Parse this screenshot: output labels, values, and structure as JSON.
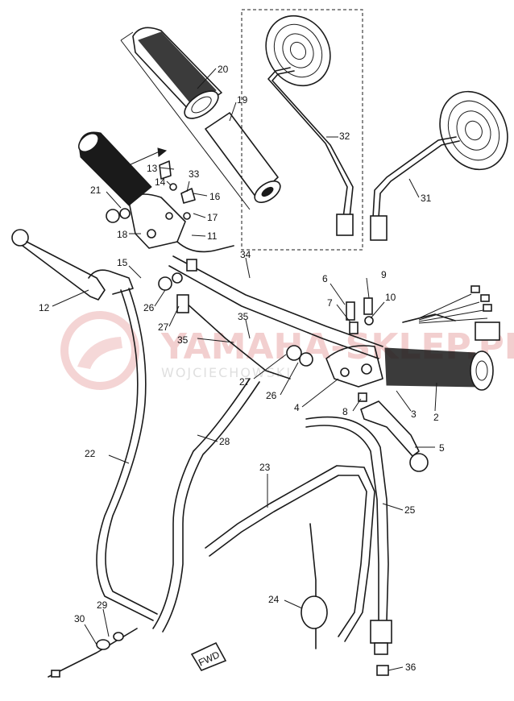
{
  "diagram": {
    "callouts": [
      {
        "id": "c1",
        "label": "20"
      },
      {
        "id": "c2",
        "label": "19"
      },
      {
        "id": "c3",
        "label": "32"
      },
      {
        "id": "c4",
        "label": "31"
      },
      {
        "id": "c5",
        "label": "13"
      },
      {
        "id": "c6",
        "label": "33"
      },
      {
        "id": "c7",
        "label": "14"
      },
      {
        "id": "c8",
        "label": "16"
      },
      {
        "id": "c9",
        "label": "21"
      },
      {
        "id": "c10",
        "label": "17"
      },
      {
        "id": "c11",
        "label": "18"
      },
      {
        "id": "c12",
        "label": "11"
      },
      {
        "id": "c13",
        "label": "15"
      },
      {
        "id": "c14",
        "label": "34"
      },
      {
        "id": "c15",
        "label": "12"
      },
      {
        "id": "c16",
        "label": "26"
      },
      {
        "id": "c17",
        "label": "27"
      },
      {
        "id": "c18",
        "label": "6"
      },
      {
        "id": "c19",
        "label": "9"
      },
      {
        "id": "c20",
        "label": "7"
      },
      {
        "id": "c21",
        "label": "10"
      },
      {
        "id": "c22",
        "label": "35"
      },
      {
        "id": "c23",
        "label": "35"
      },
      {
        "id": "c24",
        "label": "27"
      },
      {
        "id": "c25",
        "label": "26"
      },
      {
        "id": "c26",
        "label": "4"
      },
      {
        "id": "c27",
        "label": "8"
      },
      {
        "id": "c28",
        "label": "3"
      },
      {
        "id": "c29",
        "label": "2"
      },
      {
        "id": "c30",
        "label": "5"
      },
      {
        "id": "c31",
        "label": "22"
      },
      {
        "id": "c32",
        "label": "28"
      },
      {
        "id": "c33",
        "label": "23"
      },
      {
        "id": "c34",
        "label": "25"
      },
      {
        "id": "c35",
        "label": "24"
      },
      {
        "id": "c36",
        "label": "29"
      },
      {
        "id": "c37",
        "label": "30"
      },
      {
        "id": "c38",
        "label": "36"
      }
    ],
    "fwd_label": "FWD"
  },
  "watermark": {
    "brand": "YAMAHA-SKLEP.PL",
    "subtitle": "WOJCIECHOWSKI"
  },
  "colors": {
    "ink": "#1a1a1a",
    "watermark": "#e07070"
  }
}
